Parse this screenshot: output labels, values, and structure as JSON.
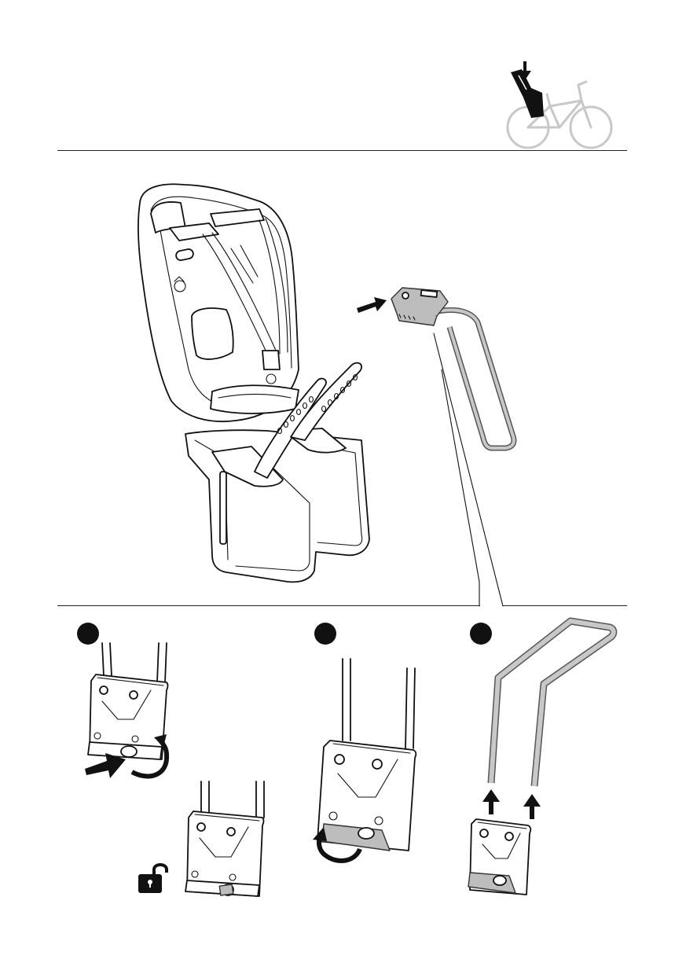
{
  "page": {
    "background": "#ffffff",
    "line_color": "#111111"
  },
  "header": {
    "thumbnail_icon": "bicycle-rear-child-seat-icon"
  },
  "main_illustration": {
    "seat_icon": "child-bike-seat-icon",
    "bracket_icon": "mounting-bracket-icon",
    "arrow_icon": "insert-arrow-icon"
  },
  "steps": [
    {
      "marker": "step-1-marker",
      "icons": [
        "press-arrow-icon",
        "rotate-arrow-icon",
        "unlock-padlock-icon"
      ]
    },
    {
      "marker": "step-2-marker",
      "icons": [
        "rotate-arrow-icon"
      ]
    },
    {
      "marker": "step-3-marker",
      "icons": [
        "up-arrow-icon",
        "up-arrow-icon"
      ]
    }
  ]
}
